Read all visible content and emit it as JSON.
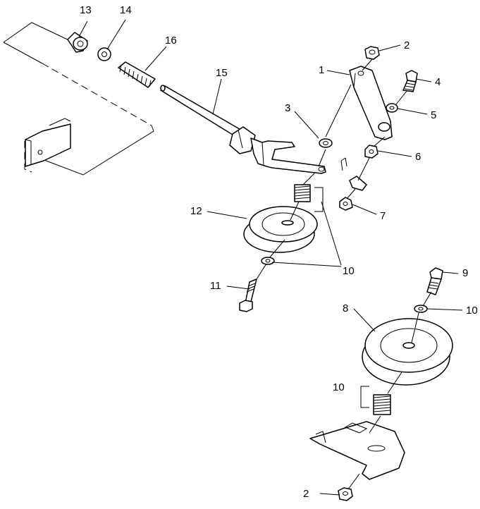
{
  "callouts": [
    {
      "id": "c13",
      "text": "13"
    },
    {
      "id": "c14",
      "text": "14"
    },
    {
      "id": "c16",
      "text": "16"
    },
    {
      "id": "c15",
      "text": "15"
    },
    {
      "id": "c2a",
      "text": "2"
    },
    {
      "id": "c1",
      "text": "1"
    },
    {
      "id": "c4",
      "text": "4"
    },
    {
      "id": "c3",
      "text": "3"
    },
    {
      "id": "c5",
      "text": "5"
    },
    {
      "id": "c6",
      "text": "6"
    },
    {
      "id": "c12",
      "text": "12"
    },
    {
      "id": "c7",
      "text": "7"
    },
    {
      "id": "c10a",
      "text": "10"
    },
    {
      "id": "c11",
      "text": "11"
    },
    {
      "id": "c9",
      "text": "9"
    },
    {
      "id": "c8",
      "text": "8"
    },
    {
      "id": "c10b",
      "text": "10"
    },
    {
      "id": "c10c",
      "text": "10"
    },
    {
      "id": "c2b",
      "text": "2"
    }
  ]
}
